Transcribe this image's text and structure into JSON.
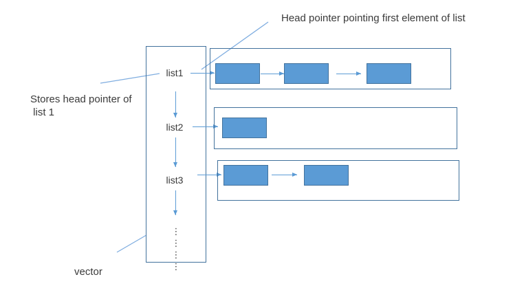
{
  "colors": {
    "node_fill": "#5b9bd5",
    "node_border": "#41719c",
    "container_border": "#41719c",
    "line": "#5b9bd5",
    "leader_line": "#7fade0",
    "text": "#3a3a3a"
  },
  "annotations": {
    "head_pointer": "Head pointer pointing first element of list",
    "stores_head_pointer": "Stores head pointer of\n list 1",
    "vector_label": "vector",
    "ellipsis": "⋮\n⋮\n⋮\n⋮"
  },
  "vector": {
    "items": [
      {
        "label": "list1"
      },
      {
        "label": "list2"
      },
      {
        "label": "list3"
      }
    ]
  },
  "lists": [
    {
      "name": "list1",
      "node_count": 3
    },
    {
      "name": "list2",
      "node_count": 1
    },
    {
      "name": "list3",
      "node_count": 2
    }
  ]
}
